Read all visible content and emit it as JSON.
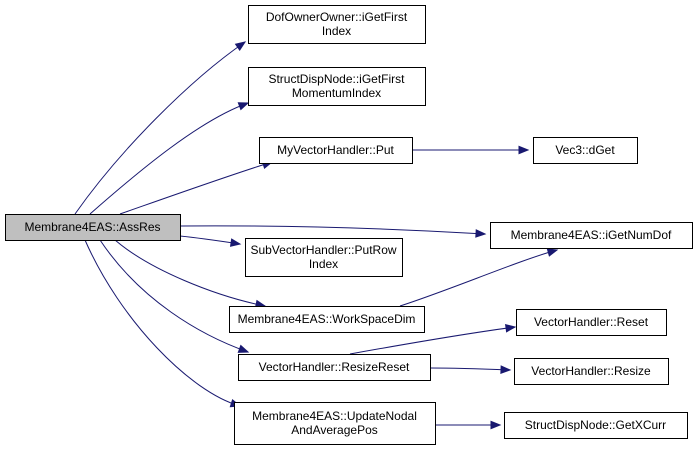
{
  "diagram": {
    "type": "call-graph",
    "colors": {
      "root_fill": "#bfbfbf",
      "node_fill": "#ffffff",
      "edge": "#191970"
    },
    "nodes": [
      {
        "id": "root",
        "lines": [
          "Membrane4EAS::AssRes"
        ],
        "root": true
      },
      {
        "id": "n1",
        "lines": [
          "DofOwnerOwner::iGetFirst",
          "Index"
        ]
      },
      {
        "id": "n2",
        "lines": [
          "StructDispNode::iGetFirst",
          "MomentumIndex"
        ]
      },
      {
        "id": "n3",
        "lines": [
          "MyVectorHandler::Put"
        ]
      },
      {
        "id": "n4",
        "lines": [
          "Vec3::dGet"
        ]
      },
      {
        "id": "n5",
        "lines": [
          "Membrane4EAS::iGetNumDof"
        ]
      },
      {
        "id": "n6",
        "lines": [
          "SubVectorHandler::PutRow",
          "Index"
        ]
      },
      {
        "id": "n7",
        "lines": [
          "Membrane4EAS::WorkSpaceDim"
        ]
      },
      {
        "id": "n8",
        "lines": [
          "VectorHandler::ResizeReset"
        ]
      },
      {
        "id": "n9",
        "lines": [
          "VectorHandler::Reset"
        ]
      },
      {
        "id": "n10",
        "lines": [
          "VectorHandler::Resize"
        ]
      },
      {
        "id": "n11",
        "lines": [
          "Membrane4EAS::UpdateNodal",
          "AndAveragePos"
        ]
      },
      {
        "id": "n12",
        "lines": [
          "StructDispNode::GetXCurr"
        ]
      }
    ],
    "edges": [
      {
        "from": "root",
        "to": "n1"
      },
      {
        "from": "root",
        "to": "n2"
      },
      {
        "from": "root",
        "to": "n3"
      },
      {
        "from": "root",
        "to": "n5"
      },
      {
        "from": "root",
        "to": "n6"
      },
      {
        "from": "root",
        "to": "n7"
      },
      {
        "from": "root",
        "to": "n8"
      },
      {
        "from": "root",
        "to": "n11"
      },
      {
        "from": "n3",
        "to": "n4"
      },
      {
        "from": "n7",
        "to": "n5"
      },
      {
        "from": "n8",
        "to": "n9"
      },
      {
        "from": "n8",
        "to": "n10"
      },
      {
        "from": "n11",
        "to": "n12"
      }
    ]
  }
}
